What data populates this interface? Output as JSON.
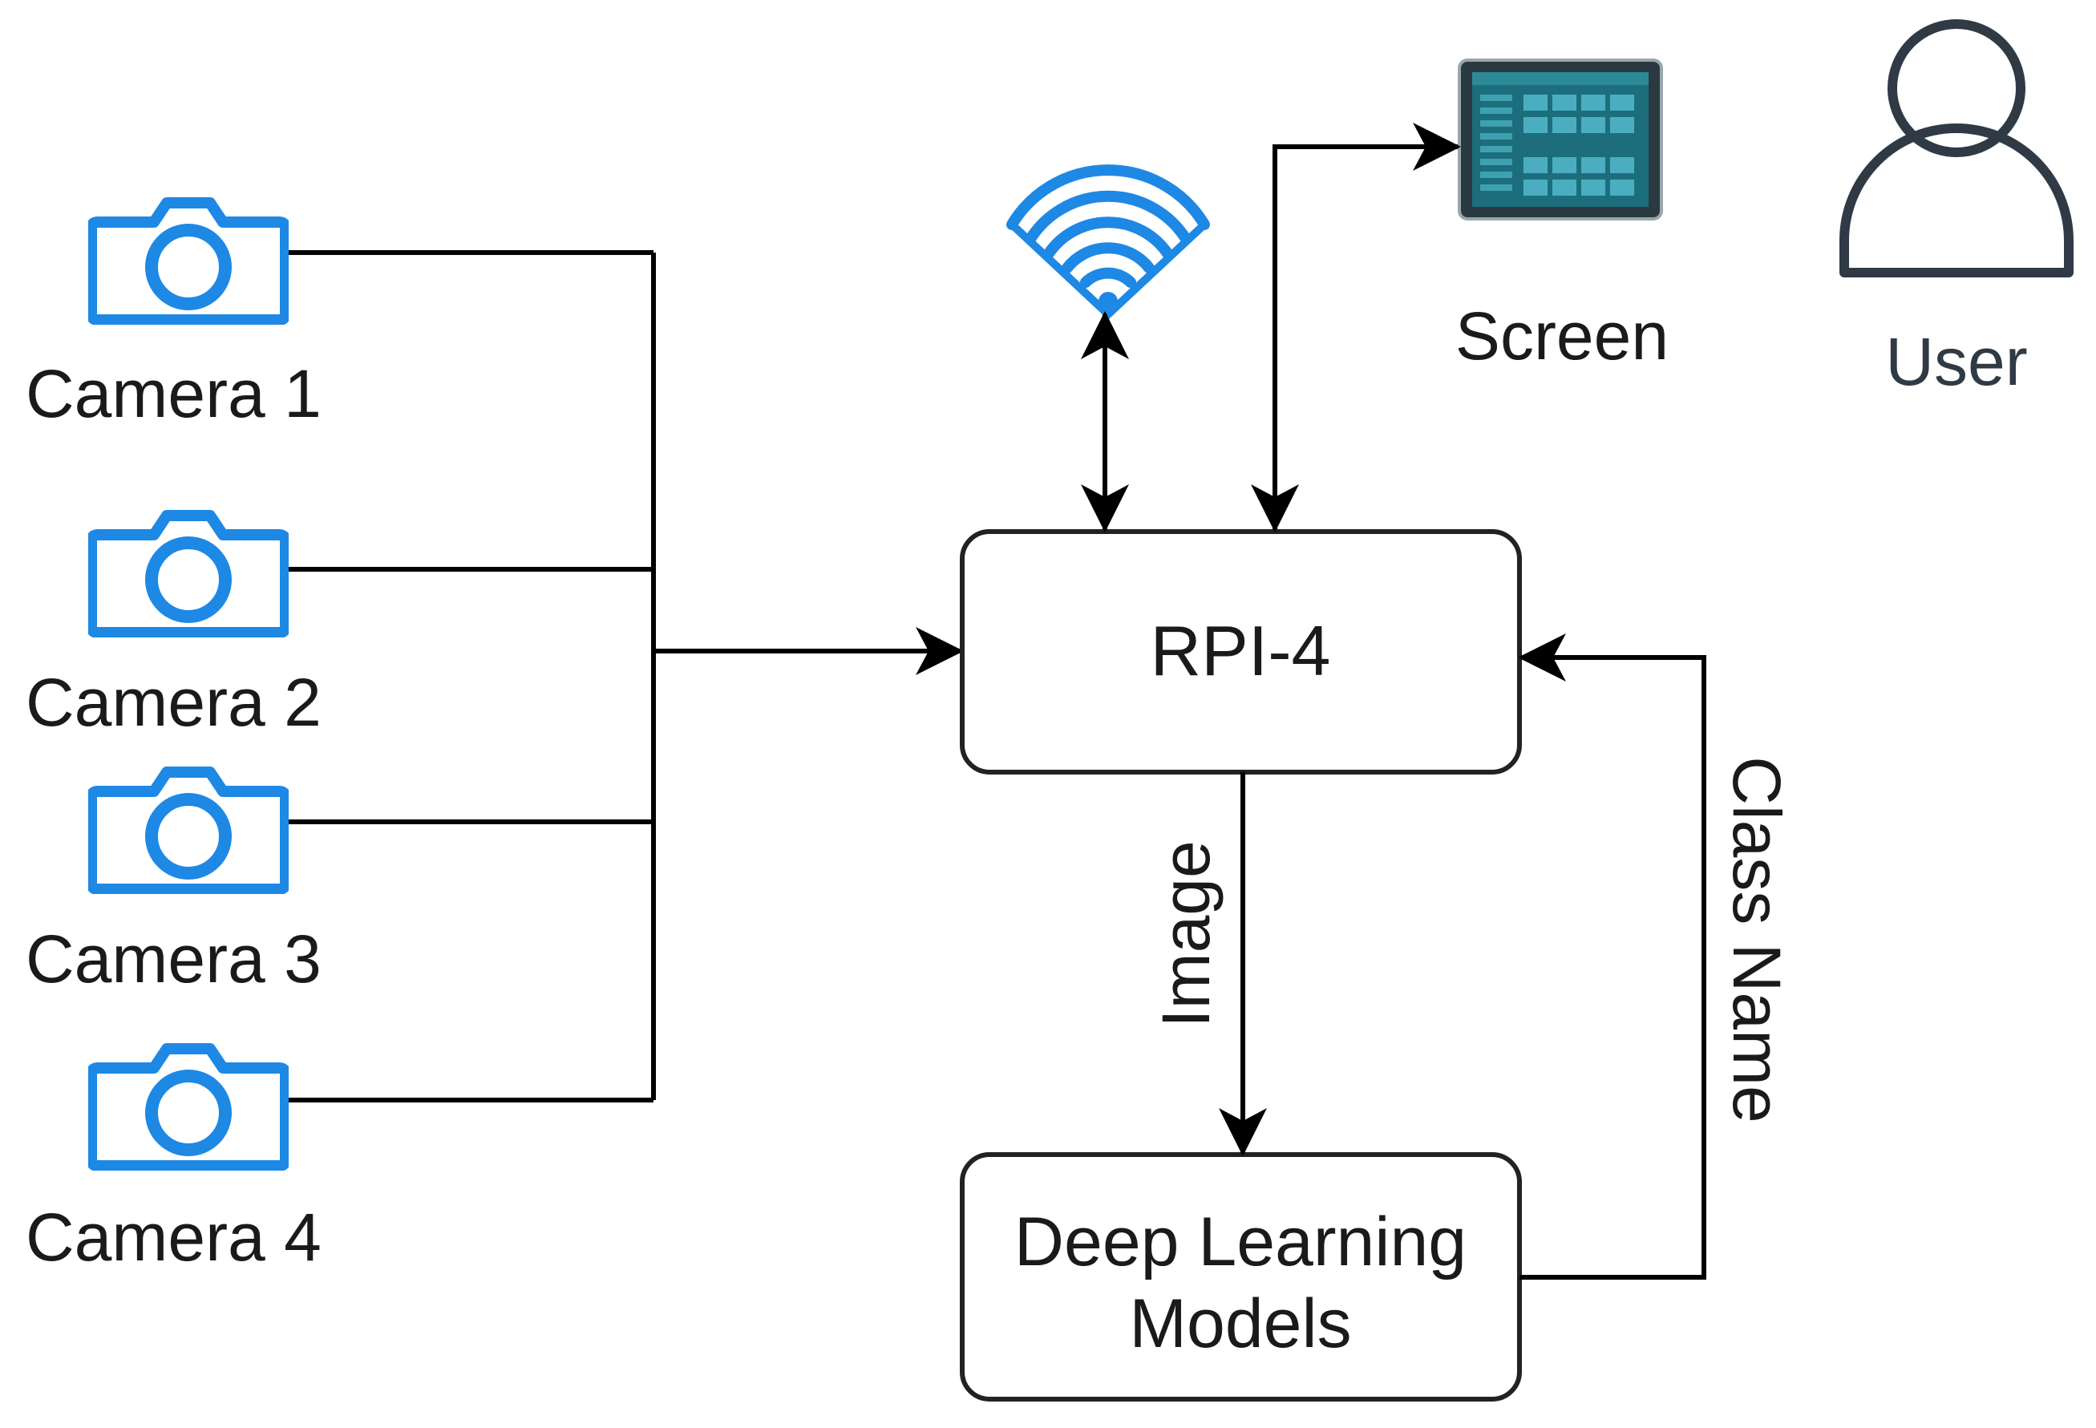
{
  "cameras": [
    {
      "label": "Camera 1"
    },
    {
      "label": "Camera 2"
    },
    {
      "label": "Camera 3"
    },
    {
      "label": "Camera 4"
    }
  ],
  "nodes": {
    "rpi": "RPI-4",
    "deep_learning_line1": "Deep Learning",
    "deep_learning_line2": "Models",
    "screen": "Screen",
    "user": "User"
  },
  "edges": {
    "image": "Image",
    "class_name": "Class Name"
  },
  "icons": {
    "camera": "camera-icon",
    "wifi": "wifi-icon",
    "screen": "screen-icon",
    "user": "user-icon"
  },
  "colors": {
    "camera_blue": "#1e88e5",
    "wifi_blue": "#1e88e5",
    "line": "#000000",
    "user_stroke": "#2f3a45",
    "screen_teal": "#1d6e7d"
  }
}
